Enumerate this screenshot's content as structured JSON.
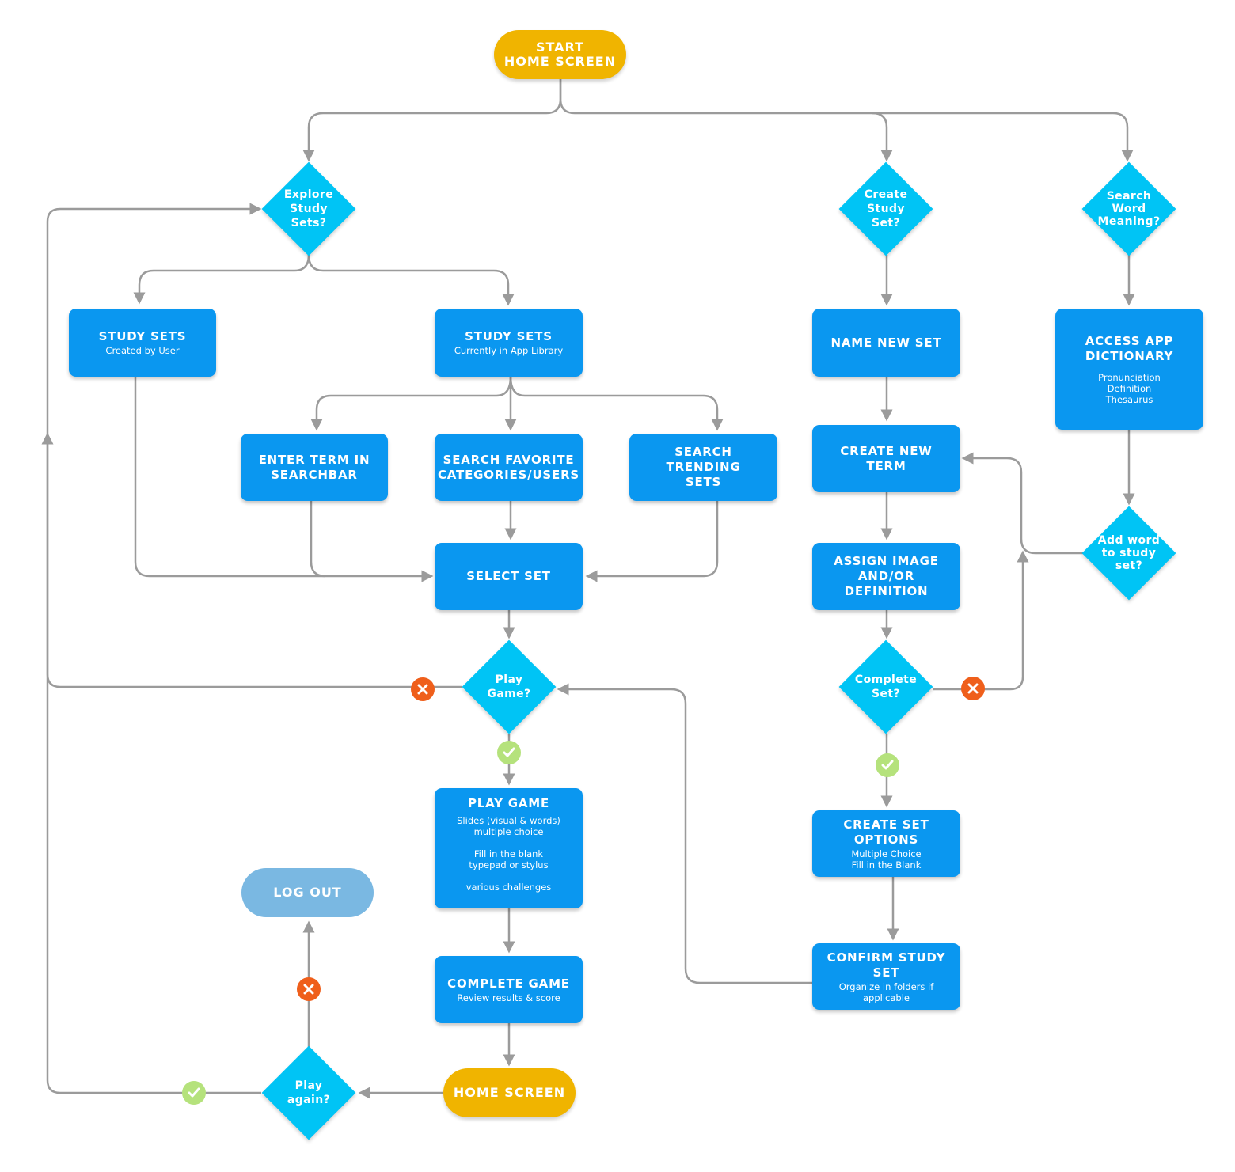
{
  "nodes": {
    "start": {
      "title": "START\nHOME SCREEN"
    },
    "explore": {
      "label": "Explore\nStudy\nSets?"
    },
    "create_q": {
      "label": "Create\nStudy\nSet?"
    },
    "search_q": {
      "label": "Search\nWord\nMeaning?"
    },
    "sets_user": {
      "title": "STUDY SETS",
      "sub": "Created by User"
    },
    "sets_library": {
      "title": "STUDY SETS",
      "sub": "Currently in App Library"
    },
    "name_set": {
      "title": "NAME NEW SET"
    },
    "access_dict": {
      "title": "ACCESS APP\nDICTIONARY",
      "sub": "Pronunciation\nDefinition\nThesaurus"
    },
    "enter_term": {
      "title": "ENTER TERM IN\nSEARCHBAR"
    },
    "search_fav": {
      "title": "SEARCH FAVORITE\nCATEGORIES/USERS"
    },
    "search_trend": {
      "title": "SEARCH TRENDING\nSETS"
    },
    "create_term": {
      "title": "CREATE NEW TERM"
    },
    "select_set": {
      "title": "SELECT SET"
    },
    "assign_image": {
      "title": "ASSIGN IMAGE\nAND/OR\nDEFINITION"
    },
    "add_word": {
      "label": "Add word\nto study\nset?"
    },
    "play_q": {
      "label": "Play\nGame?"
    },
    "complete_q": {
      "label": "Complete\nSet?"
    },
    "play_game": {
      "title": "PLAY GAME",
      "bullets": [
        "Slides (visual & words)\nmultiple choice",
        "Fill in the blank\ntypepad or stylus",
        "various challenges"
      ]
    },
    "set_options": {
      "title": "CREATE SET OPTIONS",
      "sub": "Multiple Choice\nFill in the Blank"
    },
    "logout": {
      "title": "LOG OUT"
    },
    "confirm_set": {
      "title": "CONFIRM STUDY SET",
      "sub": "Organize in folders if\napplicable"
    },
    "complete_game": {
      "title": "COMPLETE GAME",
      "sub": "Review results & score"
    },
    "home": {
      "title": "HOME SCREEN"
    },
    "play_again": {
      "label": "Play\nagain?"
    }
  },
  "colors": {
    "process": "#0a97f0",
    "decision": "#00c4f5",
    "terminal": "#f0b400",
    "logout": "#7ab8e2",
    "connector": "#9b9b9b",
    "no": "#ef5f1b",
    "yes": "#b5e27c"
  },
  "icons": {
    "no": "x-icon",
    "yes": "check-icon"
  }
}
